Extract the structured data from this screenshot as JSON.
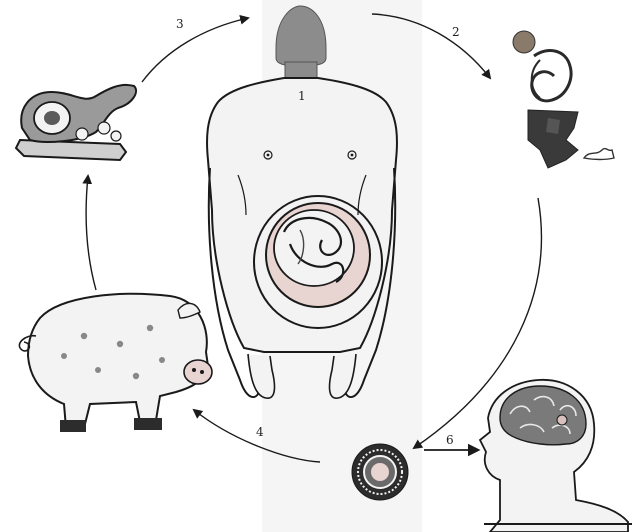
{
  "diagram": {
    "step_labels": {
      "human_to_feces": "2",
      "meat_to_human": "3",
      "human_torso": "1",
      "egg_to_pig": "4",
      "egg_to_brain": "6"
    },
    "colors": {
      "ink": "#1a1a1a",
      "human_head": "#8c8c8c",
      "skin_fill": "#f3f3f3",
      "shadow": "#2c2c2c",
      "pink_tissue": "#e8d4d0"
    },
    "icons": [
      "human-figure-icon",
      "intestine-icon",
      "tapeworm-proglottid-icon",
      "egg-icon",
      "pig-icon",
      "pork-meat-icon",
      "brain-head-icon"
    ]
  }
}
